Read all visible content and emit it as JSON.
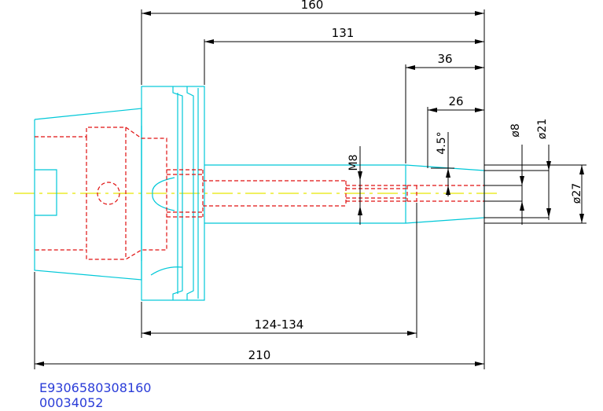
{
  "dimensions": {
    "overall_top": "160",
    "top_131": "131",
    "top_36": "36",
    "top_26": "26",
    "angle": "4.5°",
    "thread": "M8",
    "dia_8": "ø8",
    "dia_21": "ø21",
    "dia_27": "ø27",
    "range": "124-134",
    "overall_bottom": "210"
  },
  "codes": {
    "line1": "E9306580308160",
    "line2": "00034052"
  },
  "colors": {
    "outline": "#00c8d8",
    "hidden": "#e01010",
    "centerline": "#e8e800",
    "dimension": "#000000",
    "code_text": "#2a3cd8"
  }
}
